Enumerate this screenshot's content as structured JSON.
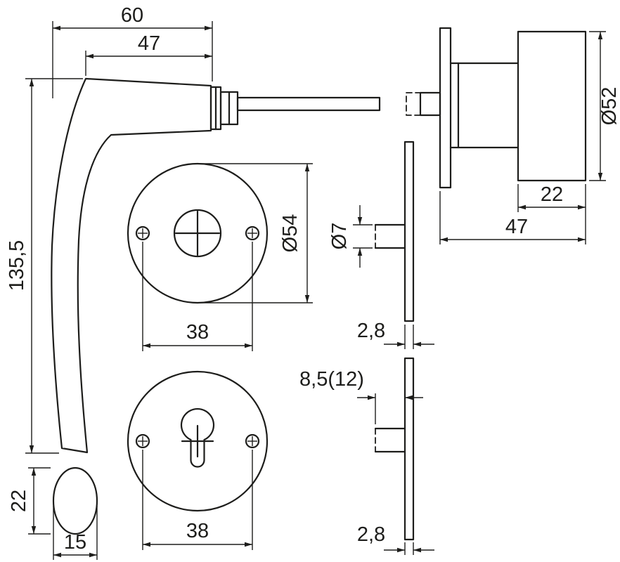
{
  "drawing": {
    "type": "technical-dimension-drawing",
    "subject": "door-handle-with-round-rosettes",
    "line_color": "#1d1d1b",
    "background_color": "#ffffff",
    "dimensions": {
      "handle_overall_width": "60",
      "grip_length": "47",
      "handle_height": "135,5",
      "rosette_diameter": "Ø54",
      "screw_spacing_upper": "38",
      "screw_spacing_lower": "38",
      "end_profile_height": "22",
      "end_profile_width": "15",
      "grip_diameter": "Ø52",
      "grip_depth": "22",
      "total_projection": "47",
      "spindle_diameter": "Ø7",
      "rosette_thickness_upper": "2,8",
      "rosette_thickness_lower": "2,8",
      "spindle_length": "8,5(12)"
    }
  }
}
